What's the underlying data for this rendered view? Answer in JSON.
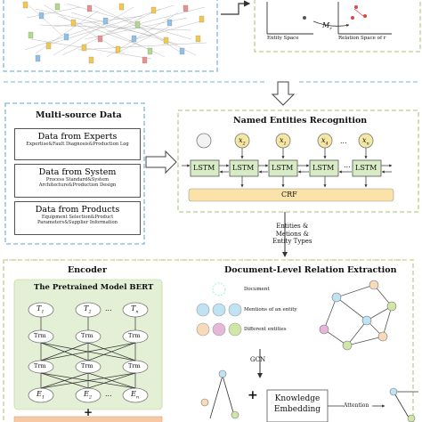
{
  "kg_panel": {
    "axis_left_label": "Entity Space",
    "axis_right_label": "Relation Space of r",
    "matrix_label": "M",
    "matrix_subscript": "r"
  },
  "multi_source": {
    "title": "Multi-source Data",
    "sources": [
      {
        "title": "Data from Experts",
        "sub": [
          "Expertise&Fault Diagnosis&Production Log"
        ]
      },
      {
        "title": "Data from System",
        "sub": [
          "Process Standard&System",
          "Architecture&Production Design"
        ]
      },
      {
        "title": "Data from Products",
        "sub": [
          "Equipment Selection&Product",
          "Parameters&Supplier Information"
        ]
      }
    ]
  },
  "ner": {
    "title": "Named Entities Recognition",
    "inputs": [
      "x",
      "x",
      "x",
      "...",
      "x"
    ],
    "input_subscripts": [
      "2",
      "1",
      "4",
      "",
      "n"
    ],
    "lstm_label": "LSTM",
    "crf_label": "CRF",
    "dots": "..."
  },
  "flow_label": [
    "Entities &",
    "Metions &",
    "Entity Types"
  ],
  "encoder": {
    "title": "Encoder",
    "bert_title": "The Pretrained Model BERT",
    "trm_label": "Trm",
    "top_nodes": [
      "T",
      "T",
      "...",
      "T"
    ],
    "top_subs": [
      "1",
      "2",
      "",
      "n"
    ],
    "bottom_nodes": [
      "E",
      "E",
      "...",
      "E"
    ],
    "bottom_subs": [
      "1",
      "2",
      "",
      "n"
    ],
    "plus": "+"
  },
  "relation": {
    "title": "Document-Level Relation Extraction",
    "legend": [
      "Document",
      "Mentions of an entity",
      "Different entities"
    ],
    "gcn_label": "GCN",
    "knowledge_embedding": [
      "Knowledge",
      "Embedding"
    ],
    "attention_label": "Attention",
    "plus": "+"
  },
  "colors": {
    "dashed_green": "#b9cf8e",
    "dashed_blue": "#7eb6dc",
    "lstm_fill": "#d7ebc4",
    "crf_fill": "#fbe2a9",
    "input_fill": "#f4e7a4",
    "bert_panel": "#e4f0d6"
  }
}
